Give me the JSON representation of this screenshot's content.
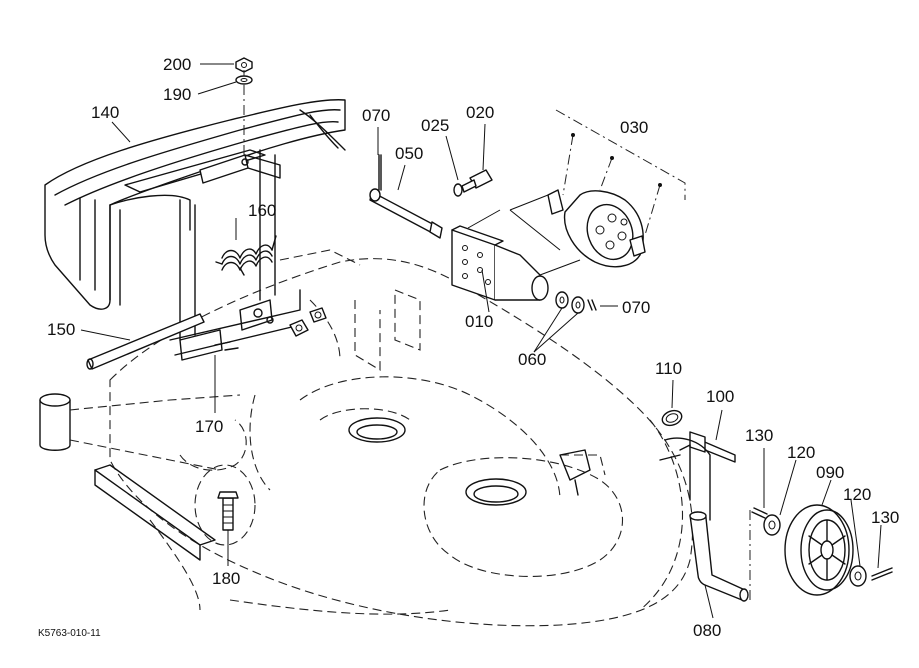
{
  "diagram": {
    "reference_code": "K5763-010-11",
    "callouts": [
      {
        "id": "200",
        "label": "200"
      },
      {
        "id": "190",
        "label": "190"
      },
      {
        "id": "140",
        "label": "140"
      },
      {
        "id": "160",
        "label": "160"
      },
      {
        "id": "150",
        "label": "150"
      },
      {
        "id": "170",
        "label": "170"
      },
      {
        "id": "180",
        "label": "180"
      },
      {
        "id": "070a",
        "label": "070"
      },
      {
        "id": "050",
        "label": "050"
      },
      {
        "id": "025",
        "label": "025"
      },
      {
        "id": "020",
        "label": "020"
      },
      {
        "id": "030",
        "label": "030"
      },
      {
        "id": "010",
        "label": "010"
      },
      {
        "id": "060",
        "label": "060"
      },
      {
        "id": "070b",
        "label": "070"
      },
      {
        "id": "110",
        "label": "110"
      },
      {
        "id": "100",
        "label": "100"
      },
      {
        "id": "130a",
        "label": "130"
      },
      {
        "id": "120a",
        "label": "120"
      },
      {
        "id": "090",
        "label": "090"
      },
      {
        "id": "120b",
        "label": "120"
      },
      {
        "id": "130b",
        "label": "130"
      },
      {
        "id": "080",
        "label": "080"
      }
    ]
  }
}
